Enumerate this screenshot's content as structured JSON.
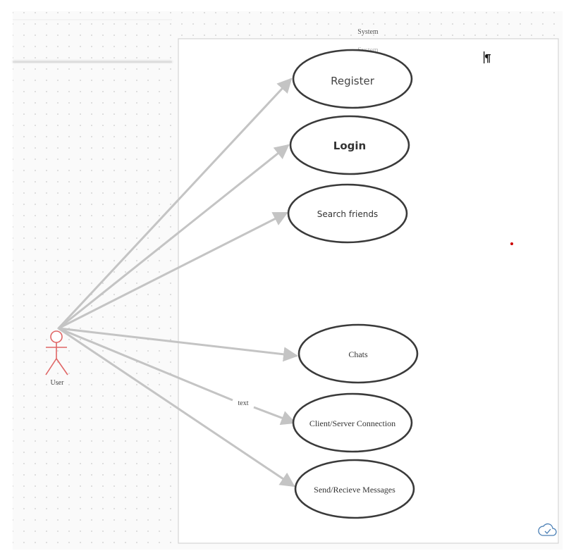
{
  "diagram": {
    "system_label": "System",
    "system_label_ghost": "System",
    "actor": {
      "label": "User",
      "color": "#e06666"
    },
    "use_cases": [
      {
        "id": "register",
        "label": "Register"
      },
      {
        "id": "login",
        "label": "Login"
      },
      {
        "id": "search-friends",
        "label": "Search friends"
      },
      {
        "id": "chats",
        "label": "Chats"
      },
      {
        "id": "client-server-connection",
        "label": "Client/Server Connection"
      },
      {
        "id": "send-recieve-messages",
        "label": "Send/Recieve Messages"
      }
    ],
    "edge_text": "text",
    "colors": {
      "arrow": "#c4c4c4",
      "ellipse_stroke": "#3a3a3a",
      "grid_dot": "#c9c9c9",
      "marker": "#cc0000",
      "cloud_icon": "#4a7fb5"
    }
  }
}
